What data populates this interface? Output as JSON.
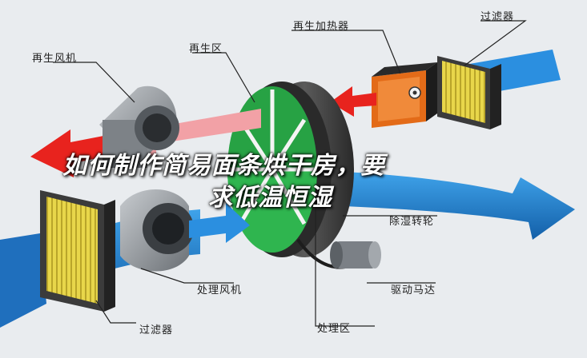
{
  "labels": {
    "regen_fan": "再生风机",
    "regen_zone": "再生区",
    "regen_heater": "再生加热器",
    "filter_top": "过滤器",
    "desiccant_wheel": "除湿转轮",
    "process_fan": "处理风机",
    "drive_motor": "驱动马达",
    "process_zone": "处理区",
    "filter_bottom": "过滤器"
  },
  "headline": {
    "line1": "如何制作简易面条烘干房，要",
    "line2": "求低温恒湿"
  },
  "colors": {
    "background": "#e9ecef",
    "process_air": "#1e7fd0",
    "regen_air_hot": "#e8231e",
    "regen_air_exhaust": "#f2a1a6",
    "regen_zone": "#27a244",
    "wheel_rim": "#3a3a3a",
    "heater": "#e36b18",
    "filter_media": "#e8d64a",
    "fan_housing": "#9aa0a6"
  }
}
